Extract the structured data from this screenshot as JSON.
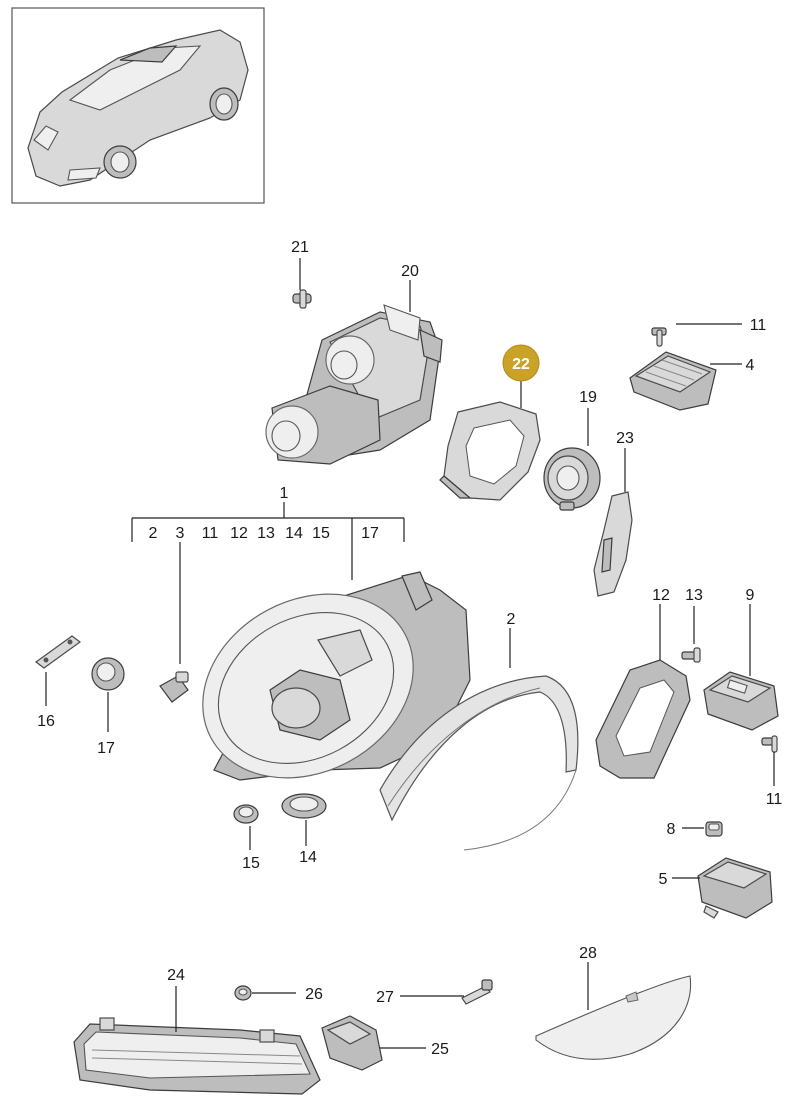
{
  "diagram": {
    "highlight_color": "#c9a227",
    "callouts": {
      "c1": "1",
      "c2": "2",
      "c3": "3",
      "c4": "4",
      "c5": "5",
      "c8": "8",
      "c9": "9",
      "c11a": "11",
      "c11b": "11",
      "c11c": "11",
      "c12a": "12",
      "c12b": "12",
      "c13a": "13",
      "c13b": "13",
      "c14a": "14",
      "c14b": "14",
      "c15a": "15",
      "c15b": "15",
      "c16": "16",
      "c17a": "17",
      "c17b": "17",
      "c19": "19",
      "c20": "20",
      "c21": "21",
      "c22": "22",
      "c23": "23",
      "c24": "24",
      "c25": "25",
      "c26": "26",
      "c27": "27",
      "c28": "28",
      "c2b": "2"
    }
  }
}
